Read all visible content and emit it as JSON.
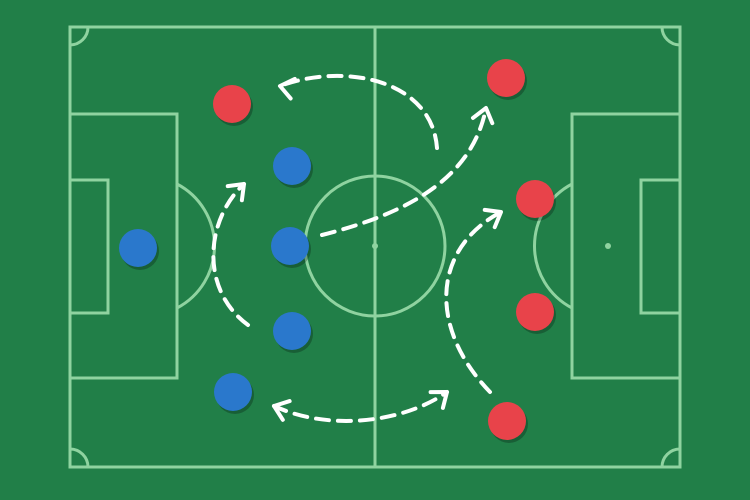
{
  "field": {
    "color": "#217f48",
    "line_color": "#8fd3a0"
  },
  "teams": [
    {
      "color": "#2a78cc",
      "players": 5
    },
    {
      "color": "#e8434a",
      "players": 5
    }
  ],
  "arrow_color": "#ffffff",
  "arrows": 5
}
